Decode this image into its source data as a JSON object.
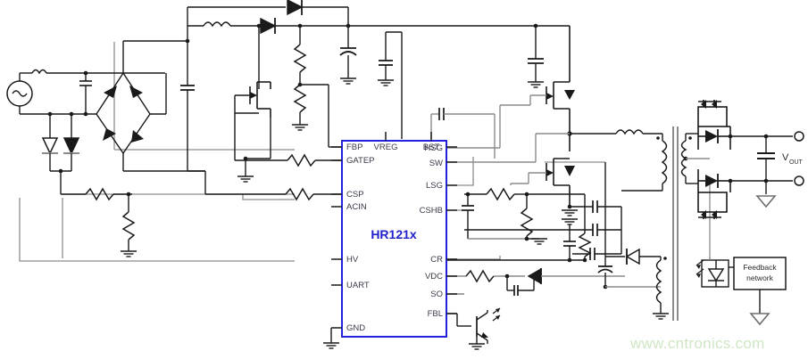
{
  "diagram": {
    "title_part": "HR121x",
    "watermark": "www.cntronics.com",
    "colors": {
      "ic_outline": "#2222dd",
      "ic_label": "#2222cc",
      "wire_dark": "#1a1a1a",
      "wire_gray": "#8c8c8c",
      "watermark": "#cfe6c4",
      "background": "#ffffff"
    }
  },
  "ic": {
    "part_name": "HR121x",
    "pins_left": [
      {
        "label": "FBP"
      },
      {
        "label": "GATEP"
      },
      {
        "label": "CSP"
      },
      {
        "label": "ACIN"
      },
      {
        "label": "HV"
      },
      {
        "label": "UART"
      },
      {
        "label": "GND"
      }
    ],
    "pins_top": [
      {
        "label": "VREG"
      },
      {
        "label": "BST"
      }
    ],
    "pins_right": [
      {
        "label": "HSG"
      },
      {
        "label": "SW"
      },
      {
        "label": "LSG"
      },
      {
        "label": "CSHB"
      },
      {
        "label": "CR"
      },
      {
        "label": "VDC"
      },
      {
        "label": "SO"
      },
      {
        "label": "FBL"
      }
    ]
  },
  "blocks": {
    "feedback": {
      "line1": "Feedback",
      "line2": "network"
    }
  },
  "labels": {
    "vout": "V",
    "vout_sub": "OUT"
  }
}
